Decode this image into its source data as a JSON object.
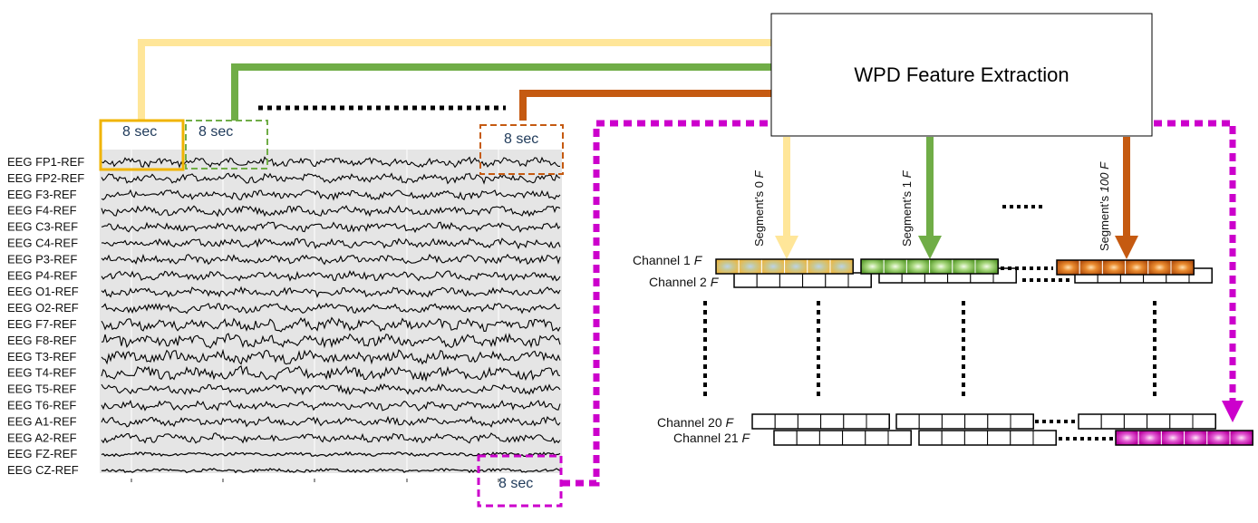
{
  "title": "WPD Feature Extraction",
  "window_label": "8 sec",
  "eeg_channels": [
    "EEG FP1-REF",
    "EEG FP2-REF",
    "EEG F3-REF",
    "EEG F4-REF",
    "EEG C3-REF",
    "EEG C4-REF",
    "EEG P3-REF",
    "EEG P4-REF",
    "EEG O1-REF",
    "EEG O2-REF",
    "EEG F7-REF",
    "EEG F8-REF",
    "EEG T3-REF",
    "EEG T4-REF",
    "EEG T5-REF",
    "EEG T6-REF",
    "EEG A1-REF",
    "EEG A2-REF",
    "EEG FZ-REF",
    "EEG CZ-REF"
  ],
  "segment_labels": {
    "seg0_prefix": "Segment’s 0 ",
    "seg0_suffix": "F",
    "seg1_prefix": "Segment’s 1 ",
    "seg1_suffix": "F",
    "seg100_prefix": "Segment’s ",
    "seg100_suffix": "100 F"
  },
  "channel_rows": {
    "ch1_prefix": "Channel 1 ",
    "ch1_suffix": "F",
    "ch2_prefix": "Channel 2 ",
    "ch2_suffix": "F",
    "ch20_prefix": "Channel 20 ",
    "ch20_suffix": "F",
    "ch21_prefix": "Channel 21 ",
    "ch21_suffix": "F"
  },
  "colors": {
    "segment_0": "#ffe699",
    "segment_1": "#70ad47",
    "segment_100": "#c55a11",
    "last_window": "#cc00cc",
    "first_window_box": "#f0b400",
    "sec_text": "#1f3a5a",
    "eeg_background": "#e5e5e5"
  }
}
